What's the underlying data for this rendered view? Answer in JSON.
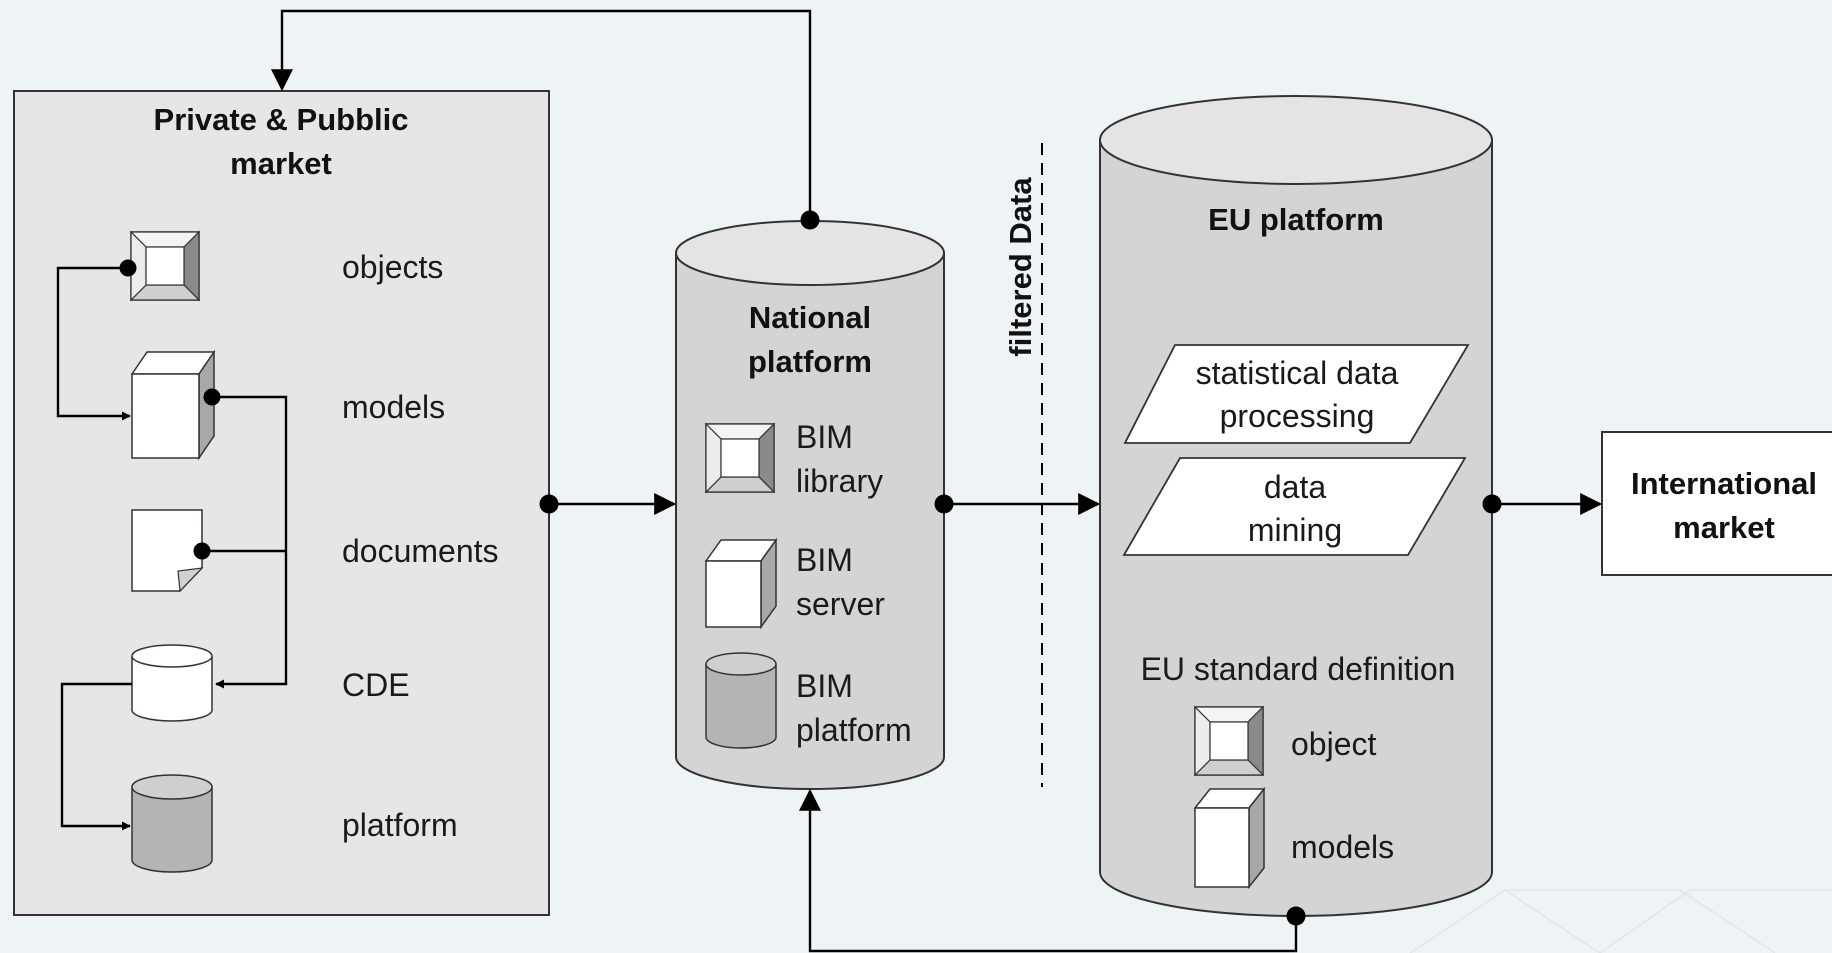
{
  "colors": {
    "background": "#eef3f6",
    "panel_fill": "#e8e5e6",
    "cylinder_fill": "#d4d4d4",
    "cylinder_top": "#e4e4e4",
    "box_fill": "#ffffff",
    "line": "#000000"
  },
  "market": {
    "title_line1": "Private & Pubblic",
    "title_line2": "market",
    "items": [
      {
        "label": "objects",
        "icon": "object-frame-icon"
      },
      {
        "label": "models",
        "icon": "model-box-icon"
      },
      {
        "label": "documents",
        "icon": "document-icon"
      },
      {
        "label": "CDE",
        "icon": "cde-cylinder-icon"
      },
      {
        "label": "platform",
        "icon": "platform-cylinder-icon"
      }
    ]
  },
  "national": {
    "title_line1": "National",
    "title_line2": "platform",
    "items": [
      {
        "line1": "BIM",
        "line2": "library",
        "icon": "object-frame-icon"
      },
      {
        "line1": "BIM",
        "line2": "server",
        "icon": "model-box-icon"
      },
      {
        "line1": "BIM",
        "line2": "platform",
        "icon": "platform-cylinder-icon"
      }
    ]
  },
  "filter_label": "filtered Data",
  "eu": {
    "title": "EU platform",
    "process1_line1": "statistical data",
    "process1_line2": "processing",
    "process2_line1": "data",
    "process2_line2": "mining",
    "standard_title": "EU standard definition",
    "standard_items": [
      {
        "label": "object",
        "icon": "object-frame-icon"
      },
      {
        "label": "models",
        "icon": "model-box-icon"
      }
    ]
  },
  "international": {
    "line1": "International",
    "line2": "market"
  }
}
